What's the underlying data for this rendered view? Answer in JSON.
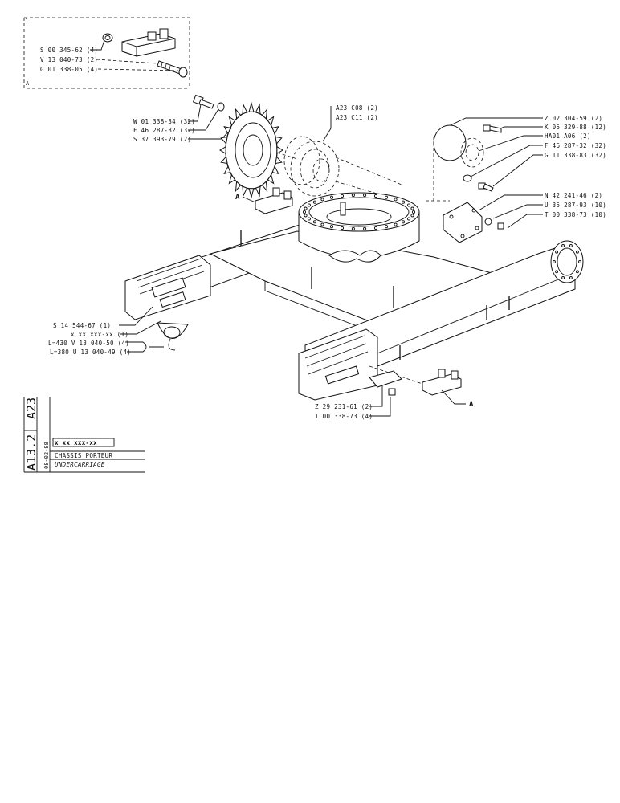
{
  "detail_box": {
    "tag": "A",
    "labels": [
      "S 00 345-62 (4)",
      "V 13 040-73 (2)",
      "G 01 338-05 (4)"
    ]
  },
  "left_top_labels": [
    "W 01 338-34 (32)",
    "F 46 287-32 (32)",
    "S 37 393-79 (2)"
  ],
  "hub_labels": [
    "A23 C08 (2)",
    "A23 C11 (2)"
  ],
  "right_labels": [
    "Z 02 304-59 (2)",
    "K 05 329-88 (12)",
    "HA01 A06 (2)",
    "F 46 287-32 (32)",
    "G 11 338-83 (32)",
    "N 42 241-46 (2)",
    "U 35 287-93 (10)",
    "T 00 338-73 (10)"
  ],
  "left_bottom_labels": [
    "S 14 544-67 (1)",
    "x xx xxx-xx (1)",
    "L=430 V 13 040-50 (4)",
    "L=380 U 13 040-49 (4)"
  ],
  "bottom_labels": [
    "Z 29 231-61 (2)",
    "T 00 338-73 (4)"
  ],
  "callouts": {
    "left": "A",
    "right": "A"
  },
  "title_block": {
    "code_1": "A23",
    "code_2": "A13.2",
    "date": "08-02-88",
    "ref": "x xx xxx-xx",
    "title_fr": "CHASSIS PORTEUR",
    "title_en": "UNDERCARRIAGE"
  }
}
